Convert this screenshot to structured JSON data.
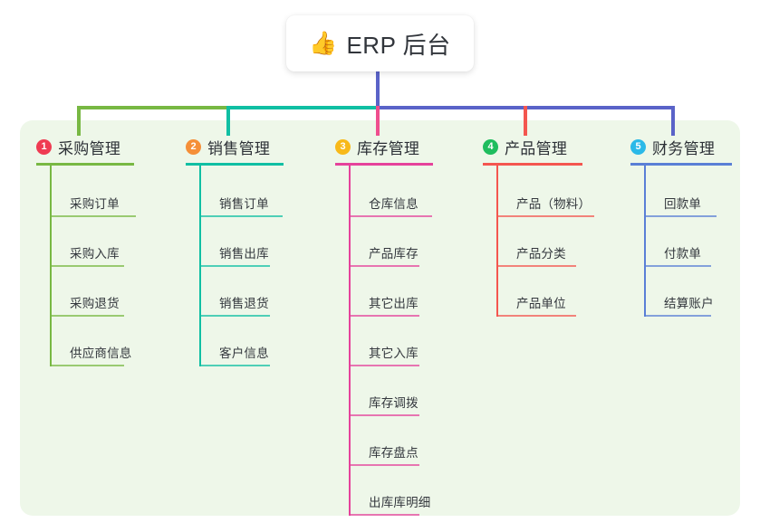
{
  "title": {
    "emoji": "👍",
    "emoji_name": "thumbs-up-icon",
    "text": "ERP 后台"
  },
  "panel": {
    "background": "#eef7e9"
  },
  "connector": {
    "stem_color": "#5a63c8",
    "segments": [
      {
        "name": "green-segment",
        "color": "#78b843"
      },
      {
        "name": "teal-segment",
        "color": "#10bfa3"
      },
      {
        "name": "blue-segment",
        "color": "#5a63c8"
      }
    ]
  },
  "columns": [
    {
      "number": "1",
      "title": "采购管理",
      "badge_color": "#ef3b52",
      "line_color": "#78b843",
      "drop_color": "#78b843",
      "items": [
        "采购订单",
        "采购入库",
        "采购退货",
        "供应商信息"
      ]
    },
    {
      "number": "2",
      "title": "销售管理",
      "badge_color": "#f58f38",
      "line_color": "#10bfa3",
      "drop_color": "#10bfa3",
      "items": [
        "销售订单",
        "销售出库",
        "销售退货",
        "客户信息"
      ]
    },
    {
      "number": "3",
      "title": "库存管理",
      "badge_color": "#f8b919",
      "line_color": "#e5429b",
      "drop_color": "#ef4e8e",
      "items": [
        "仓库信息",
        "产品库存",
        "其它出库",
        "其它入库",
        "库存调拨",
        "库存盘点",
        "出库库明细"
      ]
    },
    {
      "number": "4",
      "title": "产品管理",
      "badge_color": "#1fbd5e",
      "line_color": "#f4564f",
      "drop_color": "#f4564f",
      "items": [
        "产品（物料）",
        "产品分类",
        "产品单位"
      ]
    },
    {
      "number": "5",
      "title": "财务管理",
      "badge_color": "#2bb9e8",
      "line_color": "#5a7fd6",
      "drop_color": "#5a63c8",
      "items": [
        "回款单",
        "付款单",
        "结算账户"
      ]
    }
  ]
}
